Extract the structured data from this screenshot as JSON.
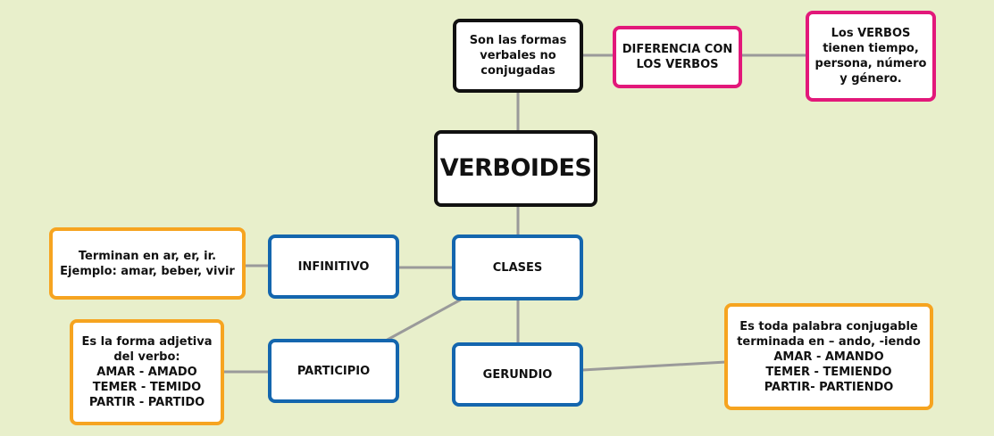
{
  "nodes": {
    "verboides": "VERBOIDES",
    "definition": "Son las formas\nverbales no\nconjugadas",
    "difference": "DIFERENCIA CON\nLOS VERBOS",
    "verbs_note": "Los VERBOS\ntienen tiempo,\npersona, número\ny género.",
    "clases": "CLASES",
    "infinitivo": "INFINITIVO",
    "infinitivo_desc": "Terminan en ar, er, ir.\nEjemplo: amar, beber, vivir",
    "participio": "PARTICIPIO",
    "participio_desc": "Es la forma adjetiva\ndel verbo:\nAMAR - AMADO\nTEMER - TEMIDO\nPARTIR - PARTIDO",
    "gerundio": "GERUNDIO",
    "gerundio_desc": "Es toda palabra conjugable\nterminada en – ando, -iendo\nAMAR - AMANDO\nTEMER - TEMIENDO\nPARTIR- PARTIENDO"
  },
  "colors": {
    "background": "#e8efcb",
    "black_border": "#111111",
    "pink_border": "#e2187a",
    "blue_border": "#1466ae",
    "orange_border": "#f6a420",
    "connector": "#9a9a9a"
  }
}
